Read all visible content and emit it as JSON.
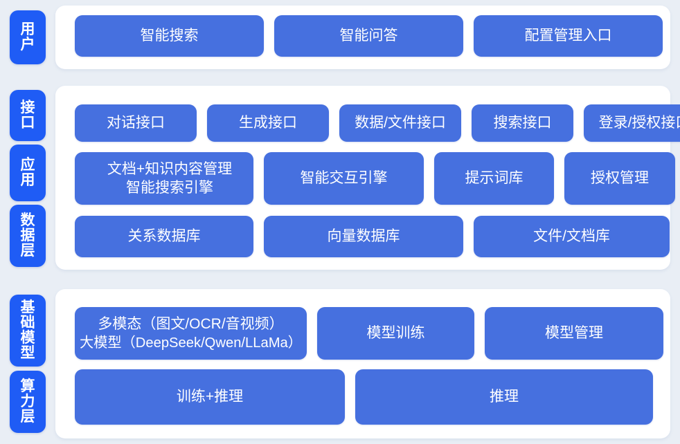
{
  "theme": {
    "page_background": "#e9eef5",
    "panel_background": "#ffffff",
    "rail_label_color": "#1f5cf5",
    "cell_color": "#4670df",
    "text_color": "#ffffff"
  },
  "sections": [
    {
      "id": "user",
      "rails": [
        {
          "chars": [
            "用",
            "户"
          ]
        }
      ],
      "rows": [
        {
          "cells": [
            {
              "line1": "智能搜索"
            },
            {
              "line1": "智能问答"
            },
            {
              "line1": "配置管理入口"
            }
          ]
        }
      ]
    },
    {
      "id": "interface-application-data",
      "rails": [
        {
          "chars": [
            "接",
            "口"
          ]
        },
        {
          "chars": [
            "应",
            "用"
          ]
        },
        {
          "chars": [
            "数",
            "据",
            "层"
          ]
        }
      ],
      "rows": [
        {
          "cells": [
            {
              "line1": "对话接口"
            },
            {
              "line1": "生成接口"
            },
            {
              "line1": "数据/文件接口"
            },
            {
              "line1": "搜索接口"
            },
            {
              "line1": "登录/授权接口"
            }
          ]
        },
        {
          "cells": [
            {
              "line1": "文档+知识内容管理",
              "line2": "智能搜索引擎"
            },
            {
              "line1": "智能交互引擎"
            },
            {
              "line1": "提示词库"
            },
            {
              "line1": "授权管理"
            }
          ]
        },
        {
          "cells": [
            {
              "line1": "关系数据库"
            },
            {
              "line1": "向量数据库"
            },
            {
              "line1": "文件/文档库"
            }
          ]
        }
      ]
    },
    {
      "id": "foundation-model-compute",
      "rails": [
        {
          "chars": [
            "基",
            "础",
            "模",
            "型"
          ]
        },
        {
          "chars": [
            "算",
            "力",
            "层"
          ]
        }
      ],
      "rows": [
        {
          "cells": [
            {
              "line1": "多模态（图文/OCR/音视频）",
              "line2": "大模型（DeepSeek/Qwen/LLaMa）"
            },
            {
              "line1": "模型训练"
            },
            {
              "line1": "模型管理"
            }
          ]
        },
        {
          "cells": [
            {
              "line1": "训练+推理"
            },
            {
              "line1": "推理"
            }
          ]
        }
      ]
    }
  ]
}
